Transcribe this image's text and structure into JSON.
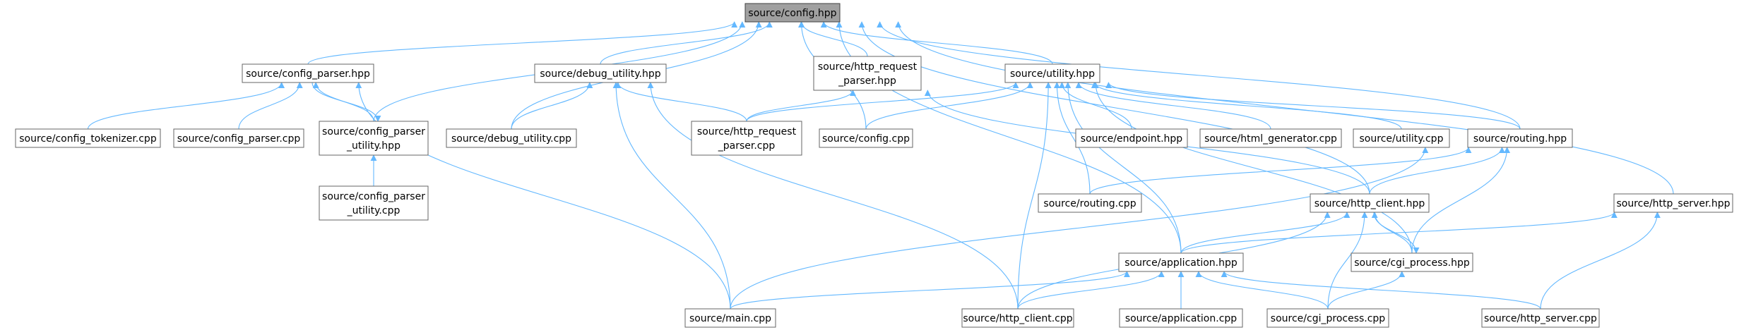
{
  "colors": {
    "edge": "#63b8ff",
    "node_border": "#666666",
    "root_fill": "#a0a0a0",
    "root_border": "#404040",
    "node_fill": "#ffffff"
  },
  "nodes": [
    {
      "id": "config_hpp",
      "lines": [
        "source/config.hpp"
      ],
      "root": true
    },
    {
      "id": "config_parser_hpp",
      "lines": [
        "source/config_parser.hpp"
      ]
    },
    {
      "id": "debug_utility_hpp",
      "lines": [
        "source/debug_utility.hpp"
      ]
    },
    {
      "id": "http_request_parser_hpp",
      "lines": [
        "source/http_request",
        "_parser.hpp"
      ]
    },
    {
      "id": "utility_hpp",
      "lines": [
        "source/utility.hpp"
      ]
    },
    {
      "id": "config_tokenizer_cpp",
      "lines": [
        "source/config_tokenizer.cpp"
      ]
    },
    {
      "id": "config_parser_cpp",
      "lines": [
        "source/config_parser.cpp"
      ]
    },
    {
      "id": "config_parser_utility_hpp",
      "lines": [
        "source/config_parser",
        "_utility.hpp"
      ]
    },
    {
      "id": "debug_utility_cpp",
      "lines": [
        "source/debug_utility.cpp"
      ]
    },
    {
      "id": "http_request_parser_cpp",
      "lines": [
        "source/http_request",
        "_parser.cpp"
      ]
    },
    {
      "id": "config_cpp",
      "lines": [
        "source/config.cpp"
      ]
    },
    {
      "id": "endpoint_hpp",
      "lines": [
        "source/endpoint.hpp"
      ]
    },
    {
      "id": "html_generator_cpp",
      "lines": [
        "source/html_generator.cpp"
      ]
    },
    {
      "id": "utility_cpp",
      "lines": [
        "source/utility.cpp"
      ]
    },
    {
      "id": "routing_hpp",
      "lines": [
        "source/routing.hpp"
      ]
    },
    {
      "id": "config_parser_utility_cpp",
      "lines": [
        "source/config_parser",
        "_utility.cpp"
      ]
    },
    {
      "id": "routing_cpp",
      "lines": [
        "source/routing.cpp"
      ]
    },
    {
      "id": "http_client_hpp",
      "lines": [
        "source/http_client.hpp"
      ]
    },
    {
      "id": "http_server_hpp",
      "lines": [
        "source/http_server.hpp"
      ]
    },
    {
      "id": "application_hpp",
      "lines": [
        "source/application.hpp"
      ]
    },
    {
      "id": "cgi_process_hpp",
      "lines": [
        "source/cgi_process.hpp"
      ]
    },
    {
      "id": "main_cpp",
      "lines": [
        "source/main.cpp"
      ]
    },
    {
      "id": "http_client_cpp",
      "lines": [
        "source/http_client.cpp"
      ]
    },
    {
      "id": "application_cpp",
      "lines": [
        "source/application.cpp"
      ]
    },
    {
      "id": "cgi_process_cpp",
      "lines": [
        "source/cgi_process.cpp"
      ]
    },
    {
      "id": "http_server_cpp",
      "lines": [
        "source/http_server.cpp"
      ]
    }
  ],
  "edges": [
    [
      "config_parser_hpp",
      "config_hpp"
    ],
    [
      "debug_utility_hpp",
      "config_hpp"
    ],
    [
      "http_request_parser_hpp",
      "config_hpp"
    ],
    [
      "utility_hpp",
      "config_hpp"
    ],
    [
      "config_parser_utility_hpp",
      "config_hpp"
    ],
    [
      "debug_utility_cpp",
      "config_hpp"
    ],
    [
      "config_cpp",
      "config_hpp"
    ],
    [
      "routing_hpp",
      "config_hpp"
    ],
    [
      "http_server_hpp",
      "config_hpp"
    ],
    [
      "application_hpp",
      "config_hpp"
    ],
    [
      "http_client_hpp",
      "config_hpp"
    ],
    [
      "config_tokenizer_cpp",
      "config_parser_hpp"
    ],
    [
      "config_parser_cpp",
      "config_parser_hpp"
    ],
    [
      "config_parser_utility_hpp",
      "config_parser_hpp"
    ],
    [
      "main_cpp",
      "config_parser_hpp"
    ],
    [
      "config_parser_hpp",
      "config_parser_utility_hpp"
    ],
    [
      "config_parser_utility_cpp",
      "config_parser_utility_hpp"
    ],
    [
      "debug_utility_cpp",
      "debug_utility_hpp"
    ],
    [
      "http_request_parser_cpp",
      "debug_utility_hpp"
    ],
    [
      "main_cpp",
      "debug_utility_hpp"
    ],
    [
      "http_client_cpp",
      "debug_utility_hpp"
    ],
    [
      "http_request_parser_cpp",
      "http_request_parser_hpp"
    ],
    [
      "http_client_hpp",
      "http_request_parser_hpp"
    ],
    [
      "http_request_parser_cpp",
      "utility_hpp"
    ],
    [
      "config_cpp",
      "utility_hpp"
    ],
    [
      "endpoint_hpp",
      "utility_hpp"
    ],
    [
      "html_generator_cpp",
      "utility_hpp"
    ],
    [
      "utility_cpp",
      "utility_hpp"
    ],
    [
      "routing_hpp",
      "utility_hpp"
    ],
    [
      "routing_cpp",
      "utility_hpp"
    ],
    [
      "application_hpp",
      "utility_hpp"
    ],
    [
      "http_client_cpp",
      "utility_hpp"
    ],
    [
      "cgi_process_hpp",
      "utility_hpp"
    ],
    [
      "routing_cpp",
      "routing_hpp"
    ],
    [
      "http_client_hpp",
      "routing_hpp"
    ],
    [
      "main_cpp",
      "routing_hpp"
    ],
    [
      "cgi_process_hpp",
      "routing_hpp"
    ],
    [
      "application_hpp",
      "http_client_hpp"
    ],
    [
      "cgi_process_hpp",
      "http_client_hpp"
    ],
    [
      "http_client_cpp",
      "http_client_hpp"
    ],
    [
      "cgi_process_cpp",
      "http_client_hpp"
    ],
    [
      "http_client_hpp",
      "cgi_process_hpp"
    ],
    [
      "cgi_process_cpp",
      "cgi_process_hpp"
    ],
    [
      "application_hpp",
      "http_server_hpp"
    ],
    [
      "http_server_cpp",
      "http_server_hpp"
    ],
    [
      "main_cpp",
      "application_hpp"
    ],
    [
      "http_client_cpp",
      "application_hpp"
    ],
    [
      "application_cpp",
      "application_hpp"
    ],
    [
      "cgi_process_cpp",
      "application_hpp"
    ],
    [
      "http_server_cpp",
      "application_hpp"
    ]
  ]
}
